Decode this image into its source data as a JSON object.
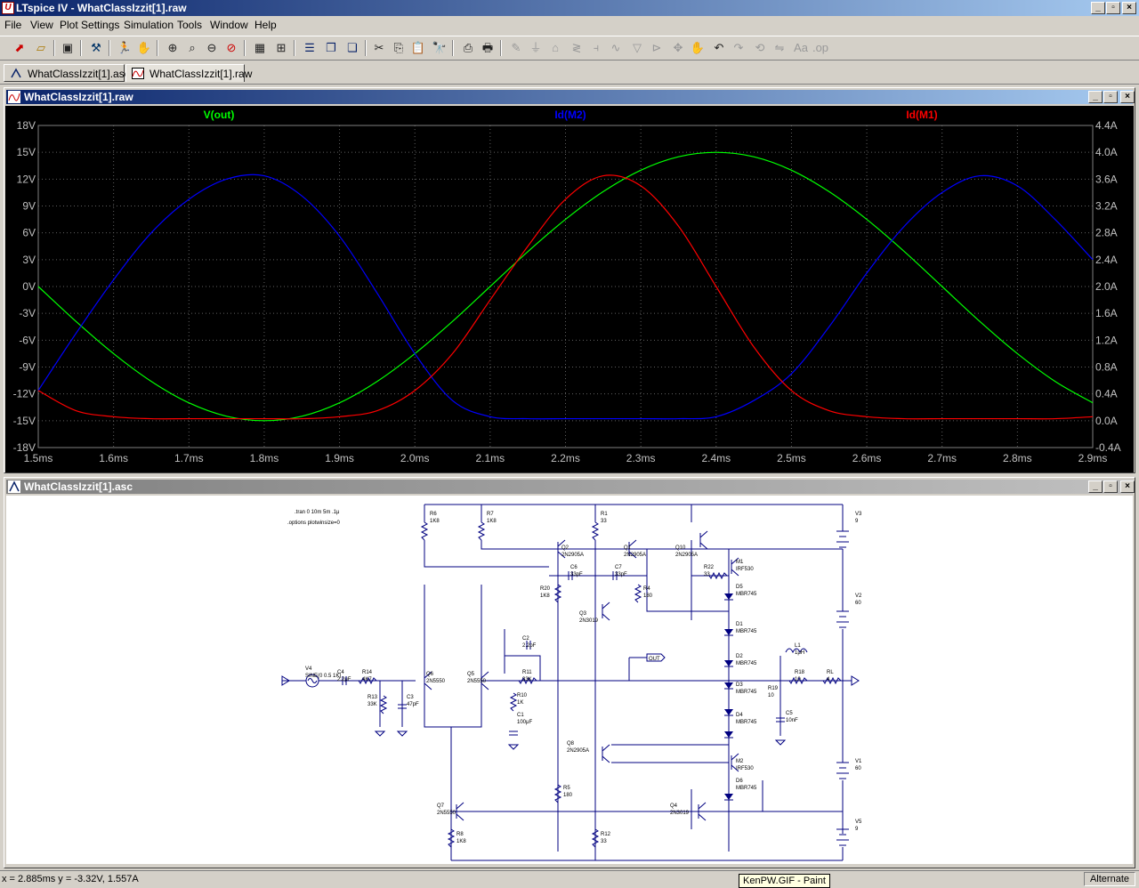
{
  "app": {
    "title": "LTspice IV - WhatClassIzzit[1].raw"
  },
  "menu": [
    "File",
    "View",
    "Plot Settings",
    "Simulation",
    "Tools",
    "Window",
    "Help"
  ],
  "tabs": [
    {
      "label": "WhatClassIzzit[1].asc",
      "icon": "schematic-icon"
    },
    {
      "label": "WhatClassIzzit[1].raw",
      "icon": "waveform-icon"
    }
  ],
  "plot_window": {
    "title": "WhatClassIzzit[1].raw"
  },
  "schematic_window": {
    "title": "WhatClassIzzit[1].asc"
  },
  "chart_data": {
    "type": "line",
    "series": [
      {
        "name": "V(out)",
        "color": "#00ff00",
        "axis": "left",
        "x": [
          1.5,
          1.55,
          1.6,
          1.65,
          1.7,
          1.75,
          1.8,
          1.85,
          1.9,
          1.95,
          2.0,
          2.05,
          2.1,
          2.15,
          2.2,
          2.25,
          2.3,
          2.35,
          2.4,
          2.45,
          2.5,
          2.55,
          2.6,
          2.65,
          2.7,
          2.75,
          2.8,
          2.85,
          2.9
        ],
        "y": [
          0,
          -3.9,
          -7.5,
          -10.6,
          -13,
          -14.5,
          -15,
          -14.5,
          -13,
          -10.6,
          -7.5,
          -3.9,
          0,
          3.9,
          7.5,
          10.6,
          13,
          14.5,
          15,
          14.5,
          13,
          10.6,
          7.5,
          3.9,
          0,
          -3.9,
          -7.5,
          -10.6,
          -13
        ]
      },
      {
        "name": "Id(M2)",
        "color": "#0000ff",
        "axis": "right",
        "x": [
          1.5,
          1.55,
          1.6,
          1.65,
          1.7,
          1.75,
          1.8,
          1.85,
          1.9,
          1.95,
          2.0,
          2.05,
          2.1,
          2.15,
          2.2,
          2.25,
          2.3,
          2.35,
          2.4,
          2.45,
          2.5,
          2.55,
          2.6,
          2.65,
          2.7,
          2.75,
          2.8,
          2.85,
          2.9
        ],
        "y": [
          0.45,
          1.3,
          2.1,
          2.8,
          3.3,
          3.6,
          3.65,
          3.35,
          2.75,
          1.9,
          1.0,
          0.3,
          0.06,
          0.03,
          0.03,
          0.03,
          0.03,
          0.03,
          0.06,
          0.3,
          0.7,
          1.4,
          2.2,
          2.9,
          3.4,
          3.65,
          3.5,
          3.0,
          2.4
        ]
      },
      {
        "name": "Id(M1)",
        "color": "#ff0000",
        "axis": "right",
        "x": [
          1.5,
          1.55,
          1.6,
          1.65,
          1.7,
          1.75,
          1.8,
          1.85,
          1.9,
          1.95,
          2.0,
          2.05,
          2.1,
          2.15,
          2.2,
          2.25,
          2.3,
          2.35,
          2.4,
          2.45,
          2.5,
          2.55,
          2.6,
          2.65,
          2.7,
          2.75,
          2.8,
          2.85,
          2.9
        ],
        "y": [
          0.45,
          0.15,
          0.06,
          0.03,
          0.03,
          0.03,
          0.03,
          0.03,
          0.06,
          0.15,
          0.45,
          1.0,
          1.8,
          2.6,
          3.3,
          3.65,
          3.5,
          2.9,
          2.0,
          1.1,
          0.45,
          0.15,
          0.06,
          0.03,
          0.03,
          0.03,
          0.03,
          0.03,
          0.06
        ]
      }
    ],
    "xlim": [
      1.5,
      2.9
    ],
    "ylim_left": [
      -18,
      18
    ],
    "ylim_right": [
      -0.4,
      4.4
    ],
    "xticks": [
      "1.5ms",
      "1.6ms",
      "1.7ms",
      "1.8ms",
      "1.9ms",
      "2.0ms",
      "2.1ms",
      "2.2ms",
      "2.3ms",
      "2.4ms",
      "2.5ms",
      "2.6ms",
      "2.7ms",
      "2.8ms",
      "2.9ms"
    ],
    "yticks_left": [
      "18V",
      "15V",
      "12V",
      "9V",
      "6V",
      "3V",
      "0V",
      "-3V",
      "-6V",
      "-9V",
      "-12V",
      "-15V",
      "-18V"
    ],
    "yticks_right": [
      "4.4A",
      "4.0A",
      "3.6A",
      "3.2A",
      "2.8A",
      "2.4A",
      "2.0A",
      "1.6A",
      "1.2A",
      "0.8A",
      "0.4A",
      "0.0A",
      "-0.4A"
    ],
    "grid": true
  },
  "schematic": {
    "directive1": ".tran 0 10m 5m .1μ",
    "directive2": ".options plotwinsize=0",
    "components": [
      {
        "ref": "R6",
        "val": "1K8"
      },
      {
        "ref": "R7",
        "val": "1K8"
      },
      {
        "ref": "R1",
        "val": "33"
      },
      {
        "ref": "Q2",
        "val": "2N2905A"
      },
      {
        "ref": "Q1",
        "val": "2N2905A"
      },
      {
        "ref": "Q10",
        "val": "2N2905A"
      },
      {
        "ref": "C6",
        "val": "33pF"
      },
      {
        "ref": "C7",
        "val": "33pF"
      },
      {
        "ref": "R20",
        "val": "1K8"
      },
      {
        "ref": "R4",
        "val": "180"
      },
      {
        "ref": "R22",
        "val": "33"
      },
      {
        "ref": "M1",
        "val": "IRF530"
      },
      {
        "ref": "D5",
        "val": "MBR745"
      },
      {
        "ref": "D1",
        "val": "MBR745"
      },
      {
        "ref": "D2",
        "val": "MBR745"
      },
      {
        "ref": "D3",
        "val": "MBR745"
      },
      {
        "ref": "D4",
        "val": "MBR745"
      },
      {
        "ref": "D6",
        "val": "MBR745"
      },
      {
        "ref": "Q3",
        "val": "2N3019"
      },
      {
        "ref": "C2",
        "val": "2.2pF"
      },
      {
        "ref": "R11",
        "val": "33K"
      },
      {
        "ref": "V4",
        "val": "SINE(0 0.5 1K)"
      },
      {
        "ref": "C4",
        "val": "2.2μF"
      },
      {
        "ref": "R14",
        "val": "4K7"
      },
      {
        "ref": "R13",
        "val": "33K"
      },
      {
        "ref": "C3",
        "val": "47pF"
      },
      {
        "ref": "Q6",
        "val": "2N5550"
      },
      {
        "ref": "Q5",
        "val": "2N5550"
      },
      {
        "ref": "R10",
        "val": "1K"
      },
      {
        "ref": "C1",
        "val": "100μF"
      },
      {
        "ref": "L1",
        "val": "1μH"
      },
      {
        "ref": "R18",
        "val": "10"
      },
      {
        "ref": "R19",
        "val": "10"
      },
      {
        "ref": "C5",
        "val": "10nF"
      },
      {
        "ref": "RL",
        "val": "4"
      },
      {
        "ref": "Q8",
        "val": "2N2905A"
      },
      {
        "ref": "M2",
        "val": "IRF530"
      },
      {
        "ref": "R5",
        "val": "180"
      },
      {
        "ref": "Q7",
        "val": "2N5550"
      },
      {
        "ref": "Q4",
        "val": "2N3019"
      },
      {
        "ref": "R8",
        "val": "1K8"
      },
      {
        "ref": "R12",
        "val": "33"
      },
      {
        "ref": "V3",
        "val": "9"
      },
      {
        "ref": "V2",
        "val": "60"
      },
      {
        "ref": "V1",
        "val": "60"
      },
      {
        "ref": "V5",
        "val": "9"
      }
    ],
    "out_label": "OUT"
  },
  "status": {
    "coords": "x = 2.885ms    y = -3.32V, 1.557A",
    "mode": "Alternate"
  },
  "tooltip": "KenPW.GIF - Paint"
}
